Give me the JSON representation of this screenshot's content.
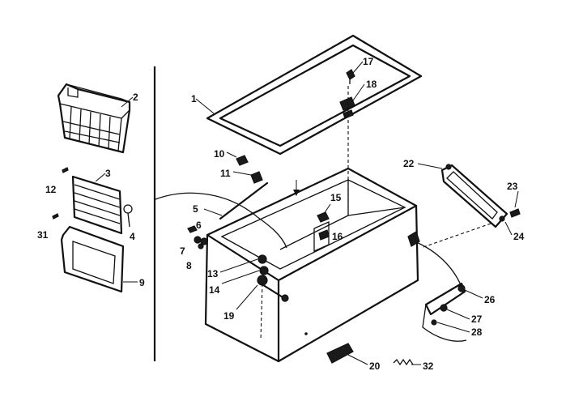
{
  "labels": {
    "l1": "1",
    "l2": "2",
    "l3": "3",
    "l4": "4",
    "l5": "5",
    "l6": "6",
    "l7": "7",
    "l8": "8",
    "l9": "9",
    "l10": "10",
    "l11": "11",
    "l12": "12",
    "l13": "13",
    "l14": "14",
    "l15": "15",
    "l16": "16",
    "l17": "17",
    "l18": "18",
    "l19": "19",
    "l20": "20",
    "l22": "22",
    "l23": "23",
    "l24": "24",
    "l26": "26",
    "l27": "27",
    "l28": "28",
    "l31": "31",
    "l32": "32"
  }
}
